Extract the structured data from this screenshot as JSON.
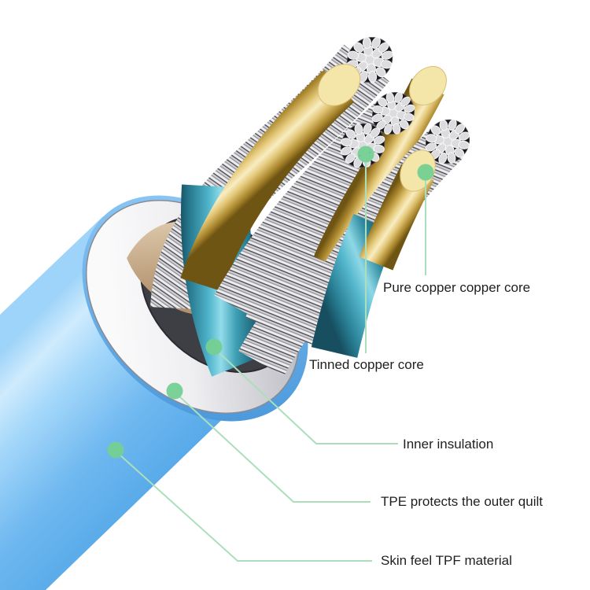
{
  "figure": {
    "type": "product-annotation-diagram",
    "subject": "USB cable cutaway showing internal construction",
    "background": "#ffffff",
    "colors": {
      "jacket_blue": "#5FAFEC",
      "jacket_highlight": "#CFEBFD",
      "tpe_white": "#EDEDF0",
      "inner_insulation_teal": "#4FB3CA",
      "copper_gold": "#C9A84C",
      "copper_face_cream": "#F4E5A9",
      "tinned_silver": "#D3D3D7",
      "foil_tan": "#CDB392",
      "marker_green": "#74D092",
      "callout_line_green": "#ABDFBC",
      "label_text": "#1F1F1F"
    },
    "callouts": [
      {
        "id": "pure-copper-core",
        "label": "Pure copper copper core"
      },
      {
        "id": "tinned-copper-core",
        "label": "Tinned copper core"
      },
      {
        "id": "inner-insulation",
        "label": "Inner insulation"
      },
      {
        "id": "tpe-outer",
        "label": "TPE protects the outer quilt"
      },
      {
        "id": "skin-material",
        "label": "Skin feel TPF material"
      }
    ]
  }
}
